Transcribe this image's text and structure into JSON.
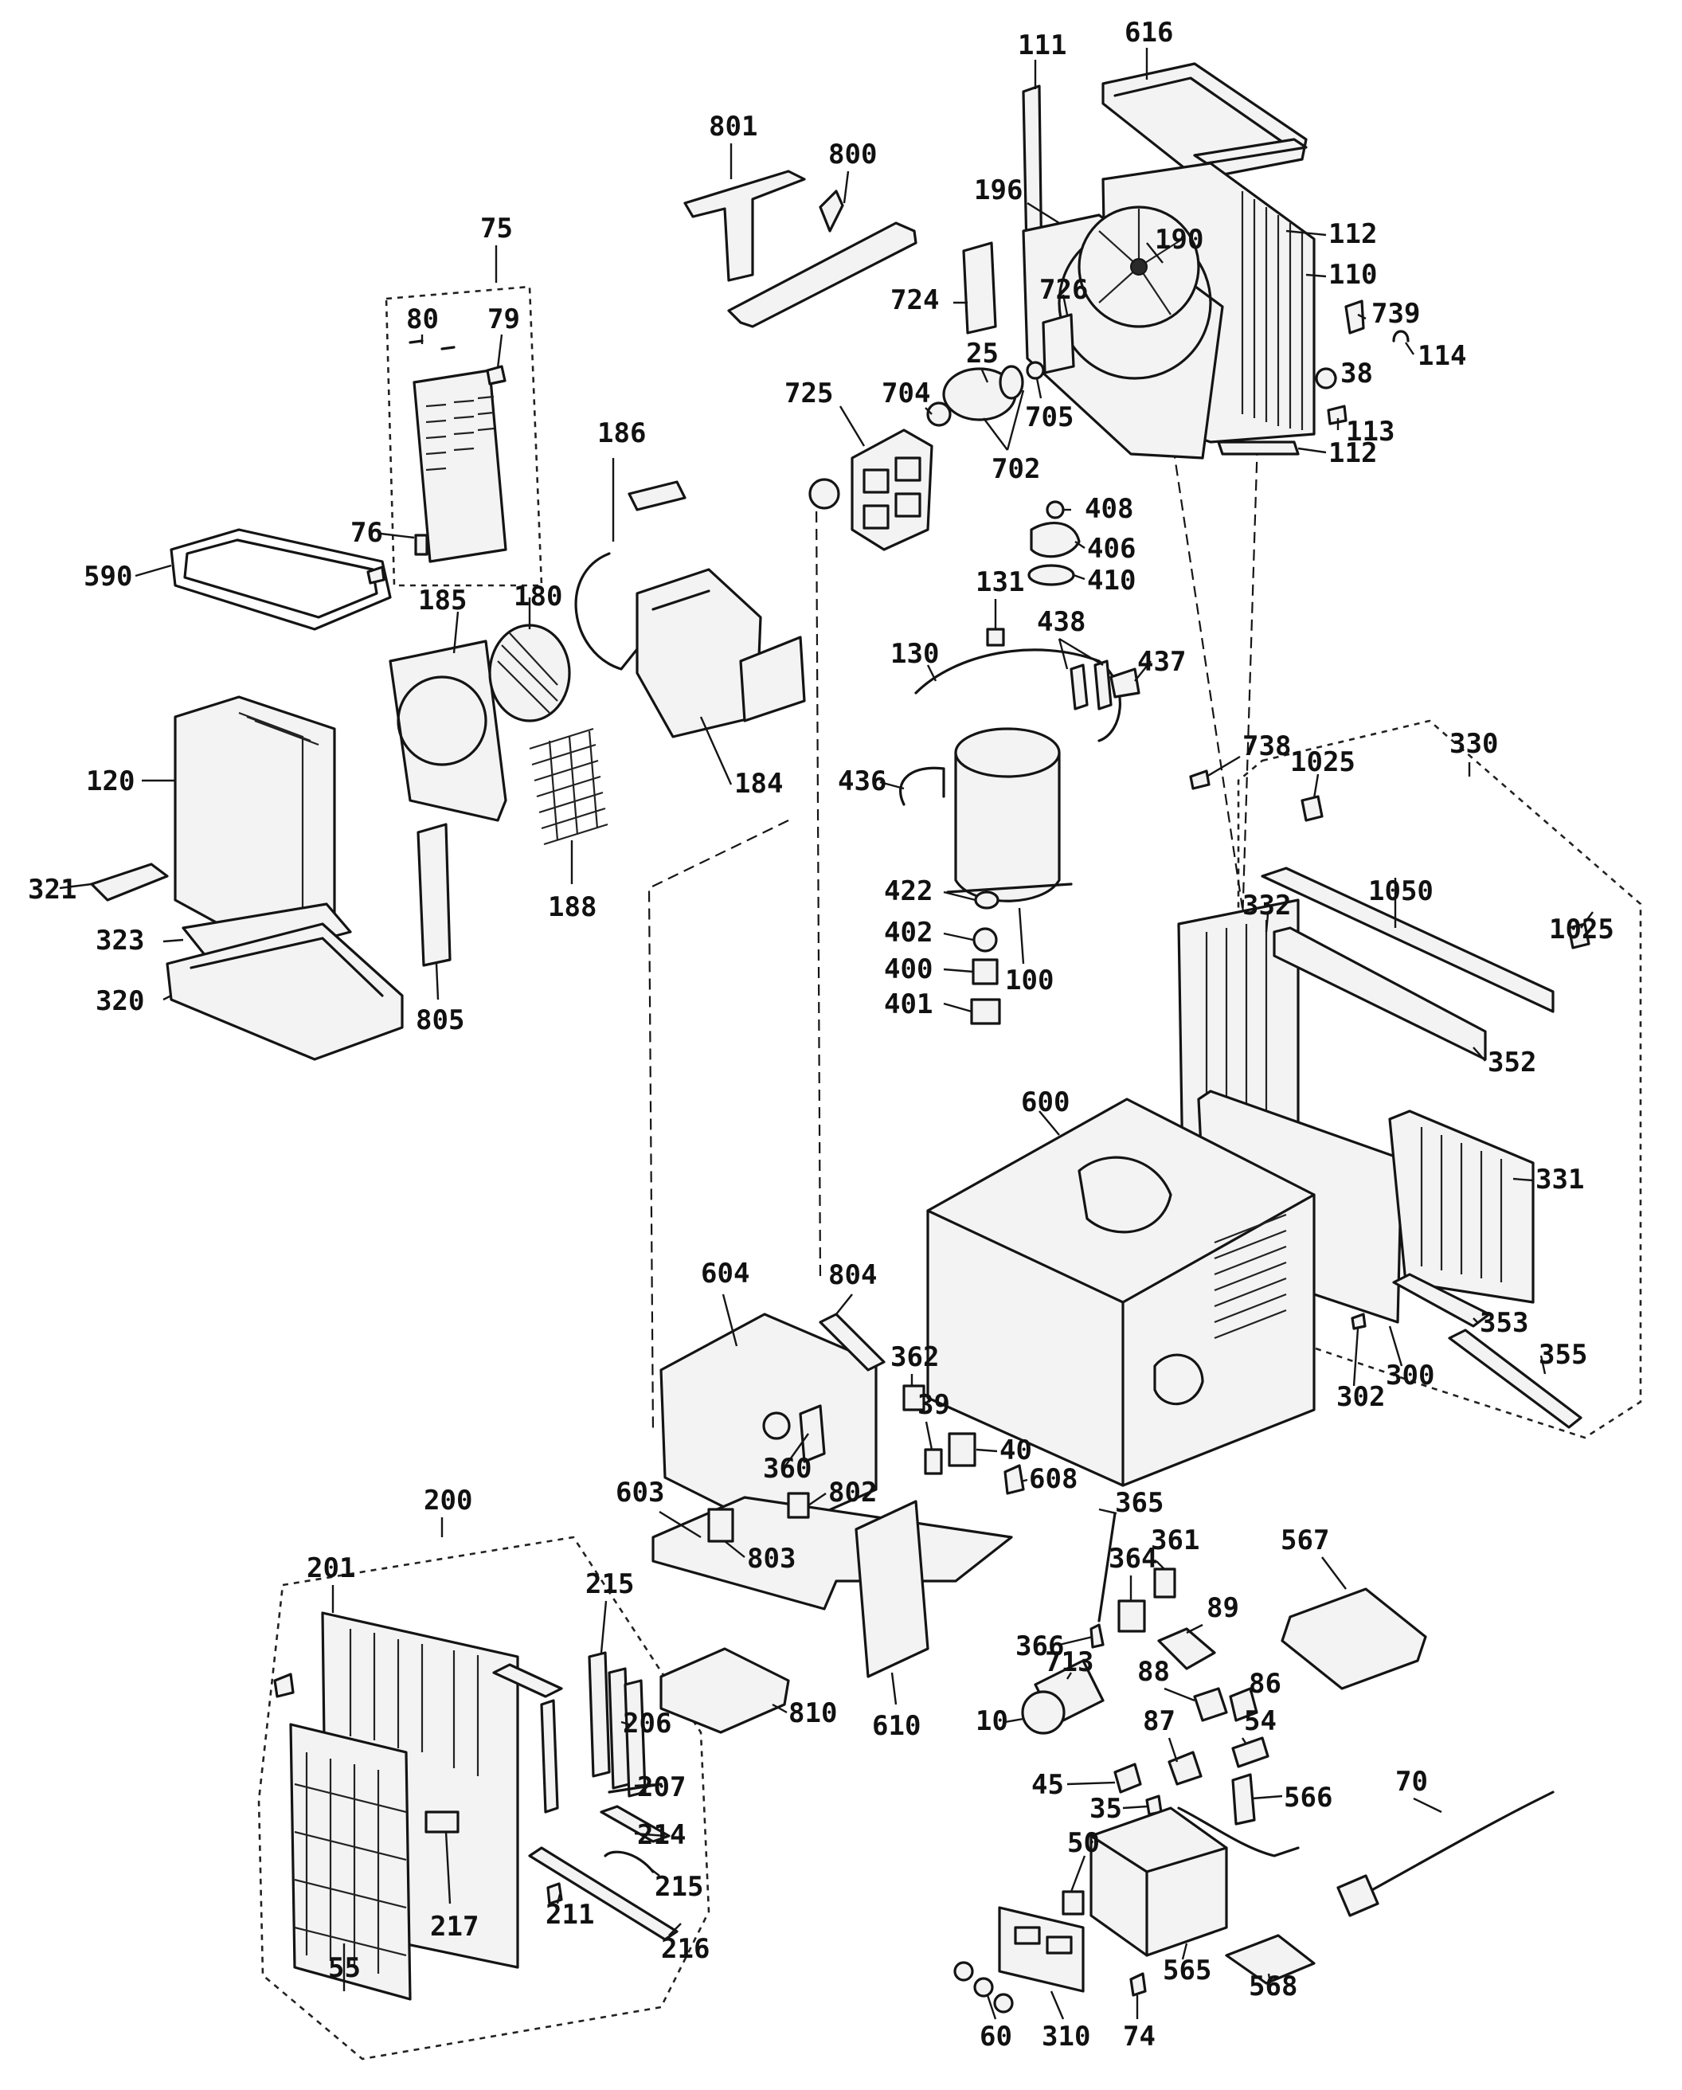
{
  "labels": [
    {
      "id": "111",
      "text": "111"
    },
    {
      "id": "616",
      "text": "616"
    },
    {
      "id": "801",
      "text": "801"
    },
    {
      "id": "800",
      "text": "800"
    },
    {
      "id": "196",
      "text": "196"
    },
    {
      "id": "112a",
      "text": "112"
    },
    {
      "id": "190",
      "text": "190"
    },
    {
      "id": "110",
      "text": "110"
    },
    {
      "id": "75",
      "text": "75"
    },
    {
      "id": "724",
      "text": "724"
    },
    {
      "id": "726",
      "text": "726"
    },
    {
      "id": "739",
      "text": "739"
    },
    {
      "id": "114",
      "text": "114"
    },
    {
      "id": "80",
      "text": "80"
    },
    {
      "id": "79",
      "text": "79"
    },
    {
      "id": "25",
      "text": "25"
    },
    {
      "id": "38",
      "text": "38"
    },
    {
      "id": "725",
      "text": "725"
    },
    {
      "id": "704",
      "text": "704"
    },
    {
      "id": "705",
      "text": "705"
    },
    {
      "id": "113",
      "text": "113"
    },
    {
      "id": "186",
      "text": "186"
    },
    {
      "id": "112b",
      "text": "112"
    },
    {
      "id": "702",
      "text": "702"
    },
    {
      "id": "408",
      "text": "408"
    },
    {
      "id": "76",
      "text": "76"
    },
    {
      "id": "406",
      "text": "406"
    },
    {
      "id": "590",
      "text": "590"
    },
    {
      "id": "410",
      "text": "410"
    },
    {
      "id": "185",
      "text": "185"
    },
    {
      "id": "180",
      "text": "180"
    },
    {
      "id": "131",
      "text": "131"
    },
    {
      "id": "438",
      "text": "438"
    },
    {
      "id": "437",
      "text": "437"
    },
    {
      "id": "130",
      "text": "130"
    },
    {
      "id": "120",
      "text": "120"
    },
    {
      "id": "184",
      "text": "184"
    },
    {
      "id": "436",
      "text": "436"
    },
    {
      "id": "738",
      "text": "738"
    },
    {
      "id": "1025a",
      "text": "1025"
    },
    {
      "id": "330",
      "text": "330"
    },
    {
      "id": "321",
      "text": "321"
    },
    {
      "id": "188",
      "text": "188"
    },
    {
      "id": "422",
      "text": "422"
    },
    {
      "id": "1050",
      "text": "1050"
    },
    {
      "id": "332",
      "text": "332"
    },
    {
      "id": "1025b",
      "text": "1025"
    },
    {
      "id": "323",
      "text": "323"
    },
    {
      "id": "402",
      "text": "402"
    },
    {
      "id": "400",
      "text": "400"
    },
    {
      "id": "100",
      "text": "100"
    },
    {
      "id": "320",
      "text": "320"
    },
    {
      "id": "401",
      "text": "401"
    },
    {
      "id": "805",
      "text": "805"
    },
    {
      "id": "352",
      "text": "352"
    },
    {
      "id": "600",
      "text": "600"
    },
    {
      "id": "331",
      "text": "331"
    },
    {
      "id": "604",
      "text": "604"
    },
    {
      "id": "804",
      "text": "804"
    },
    {
      "id": "353",
      "text": "353"
    },
    {
      "id": "355",
      "text": "355"
    },
    {
      "id": "362",
      "text": "362"
    },
    {
      "id": "300",
      "text": "300"
    },
    {
      "id": "302",
      "text": "302"
    },
    {
      "id": "39",
      "text": "39"
    },
    {
      "id": "40",
      "text": "40"
    },
    {
      "id": "360",
      "text": "360"
    },
    {
      "id": "608",
      "text": "608"
    },
    {
      "id": "200",
      "text": "200"
    },
    {
      "id": "603",
      "text": "603"
    },
    {
      "id": "802",
      "text": "802"
    },
    {
      "id": "365",
      "text": "365"
    },
    {
      "id": "803",
      "text": "803"
    },
    {
      "id": "361",
      "text": "361"
    },
    {
      "id": "201",
      "text": "201"
    },
    {
      "id": "364",
      "text": "364"
    },
    {
      "id": "567",
      "text": "567"
    },
    {
      "id": "215a",
      "text": "215"
    },
    {
      "id": "89",
      "text": "89"
    },
    {
      "id": "366",
      "text": "366"
    },
    {
      "id": "713",
      "text": "713"
    },
    {
      "id": "88",
      "text": "88"
    },
    {
      "id": "86",
      "text": "86"
    },
    {
      "id": "206",
      "text": "206"
    },
    {
      "id": "810",
      "text": "810"
    },
    {
      "id": "10",
      "text": "10"
    },
    {
      "id": "610",
      "text": "610"
    },
    {
      "id": "87",
      "text": "87"
    },
    {
      "id": "54",
      "text": "54"
    },
    {
      "id": "207",
      "text": "207"
    },
    {
      "id": "45",
      "text": "45"
    },
    {
      "id": "566",
      "text": "566"
    },
    {
      "id": "70",
      "text": "70"
    },
    {
      "id": "35",
      "text": "35"
    },
    {
      "id": "214",
      "text": "214"
    },
    {
      "id": "50",
      "text": "50"
    },
    {
      "id": "215b",
      "text": "215"
    },
    {
      "id": "211",
      "text": "211"
    },
    {
      "id": "55",
      "text": "55"
    },
    {
      "id": "217",
      "text": "217"
    },
    {
      "id": "216",
      "text": "216"
    },
    {
      "id": "565",
      "text": "565"
    },
    {
      "id": "568",
      "text": "568"
    },
    {
      "id": "60",
      "text": "60"
    },
    {
      "id": "310",
      "text": "310"
    },
    {
      "id": "74",
      "text": "74"
    }
  ]
}
